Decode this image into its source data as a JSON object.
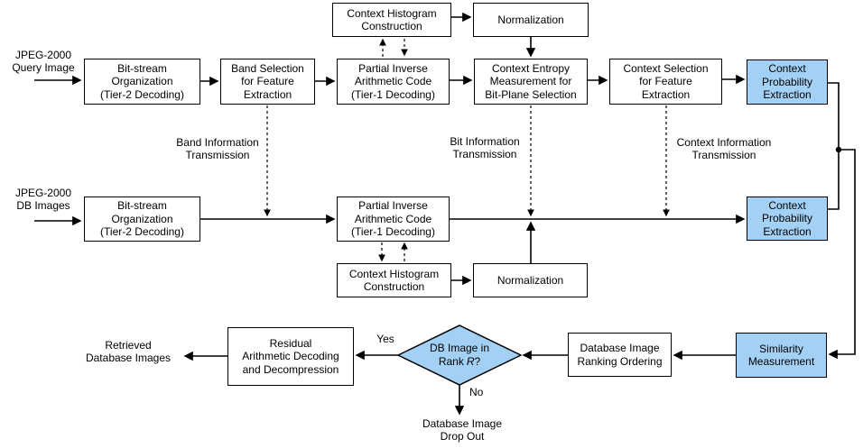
{
  "colors": {
    "highlight_fill": "#A3D1F5",
    "box_fill": "#FFFFFF",
    "border": "#000000",
    "line": "#000000",
    "text": "#000000"
  },
  "inputs": {
    "query": [
      "JPEG-2000",
      "Query Image"
    ],
    "db": [
      "JPEG-2000",
      "DB Images"
    ]
  },
  "nodes": {
    "hist_top": [
      "Context Histogram",
      "Construction"
    ],
    "norm_top": [
      "Normalization"
    ],
    "q_bitstream": [
      "Bit-stream",
      "Organization",
      "(Tier-2 Decoding)"
    ],
    "band_sel": [
      "Band Selection",
      "for Feature",
      "Extraction"
    ],
    "q_partial": [
      "Partial Inverse",
      "Arithmetic Code",
      "(Tier-1 Decoding)"
    ],
    "ctx_entropy": [
      "Context Entropy",
      "Measurement for",
      "Bit-Plane Selection"
    ],
    "ctx_sel": [
      "Context Selection",
      "for Feature",
      "Extraction"
    ],
    "q_ctx_prob": [
      "Context",
      "Probability",
      "Extraction"
    ],
    "db_bitstream": [
      "Bit-stream",
      "Organization",
      "(Tier-2 Decoding)"
    ],
    "db_partial": [
      "Partial Inverse",
      "Arithmetic Code",
      "(Tier-1 Decoding)"
    ],
    "db_ctx_prob": [
      "Context",
      "Probability",
      "Extraction"
    ],
    "hist_low": [
      "Context Histogram",
      "Construction"
    ],
    "norm_low": [
      "Normalization"
    ],
    "residual": [
      "Residual",
      "Arithmetic Decoding",
      "and Decompression"
    ],
    "ranking": [
      "Database Image",
      "Ranking Ordering"
    ],
    "similarity": [
      "Similarity",
      "Measurement"
    ]
  },
  "decision": {
    "line1": "DB Image in",
    "prefix": "Rank",
    "variable": "R",
    "suffix": "?"
  },
  "edge_labels": {
    "band": [
      "Band Information",
      "Transmission"
    ],
    "bit": [
      "Bit Information",
      "Transmission"
    ],
    "context": [
      "Context Information",
      "Transmission"
    ],
    "yes": "Yes",
    "no": "No"
  },
  "outputs": {
    "retrieved": [
      "Retrieved",
      "Database Images"
    ],
    "drop_out": [
      "Database Image",
      "Drop Out"
    ]
  }
}
